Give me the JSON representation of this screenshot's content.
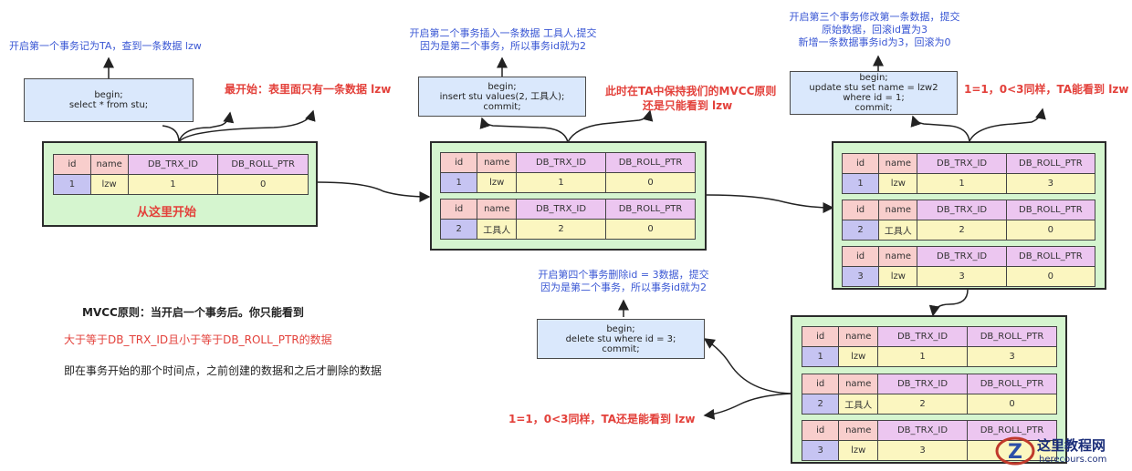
{
  "columns": [
    "id",
    "name",
    "DB_TRX_ID",
    "DB_ROLL_PTR"
  ],
  "step1": {
    "note": "开启第一个事务记为TA，查到一条数据 lzw",
    "sql": [
      "begin;",
      "select * from stu;"
    ],
    "side_note": "最开始：表里面只有一条数据 lzw",
    "rows": [
      [
        "1",
        "lzw",
        "1",
        "0"
      ]
    ],
    "start_label": "从这里开始"
  },
  "step2": {
    "note": [
      "开启第二个事务插入一条数据 工具人,提交",
      "因为是第二个事务，所以事务id就为2"
    ],
    "sql": [
      "begin;",
      "insert stu values(2, 工具人);",
      "commit;"
    ],
    "side_note": [
      "此时在TA中保持我们的MVCC原则",
      "还是只能看到 lzw"
    ],
    "rows": [
      [
        "1",
        "lzw",
        "1",
        "0"
      ],
      [
        "2",
        "工具人",
        "2",
        "0"
      ]
    ]
  },
  "step3": {
    "note": [
      "开启第三个事务修改第一条数据，提交",
      "原始数据，回滚id置为3",
      "新增一条数据事务id为3，回滚为0"
    ],
    "sql": [
      "begin;",
      "update stu  set name = lzw2",
      "where id = 1;",
      "commit;"
    ],
    "side_note": "1=1，0<3同样，TA能看到 lzw",
    "rows": [
      [
        "1",
        "lzw",
        "1",
        "3"
      ],
      [
        "2",
        "工具人",
        "2",
        "0"
      ],
      [
        "3",
        "lzw",
        "3",
        "0"
      ]
    ]
  },
  "step4": {
    "note": [
      "开启第四个事务删除id = 3数据，提交",
      "因为是第二个事务，所以事务id就为2"
    ],
    "sql": [
      "begin;",
      "delete stu where id = 3;",
      "commit;"
    ],
    "side_note": "1=1，0<3同样，TA还是能看到 lzw",
    "rows": [
      [
        "1",
        "lzw",
        "1",
        "3"
      ],
      [
        "2",
        "工具人",
        "2",
        "0"
      ],
      [
        "3",
        "lzw",
        "3",
        ""
      ]
    ]
  },
  "rule": {
    "title": "MVCC原则：当开启一个事务后。你只能看到",
    "red": "大于等于DB_TRX_ID且小于等于DB_ROLL_PTR的数据",
    "black": "即在事务开始的那个时间点，之前创建的数据和之后才删除的数据"
  },
  "watermark": {
    "text": "这里教程网",
    "url": "herecours.com"
  }
}
